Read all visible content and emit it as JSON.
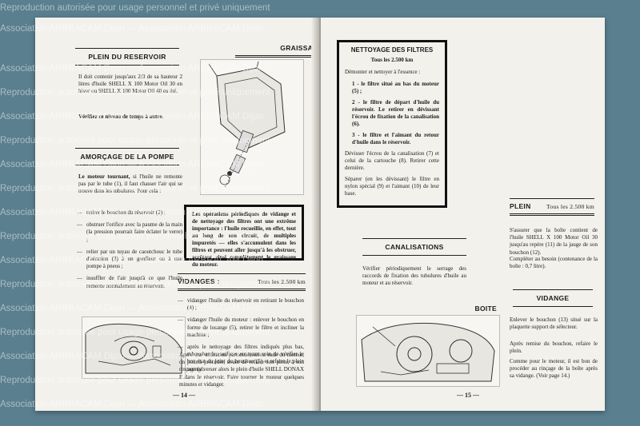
{
  "left_page": {
    "s1_title": "PLEIN DU RESERVOIR",
    "s1_body": "Il doit contenir jusqu'aux 2/3 de sa hauteur 2 litres d'huile SHELL X 100 Motor Oil 30 en hiver ou SHELL X 100 Motor Oil 40 en été.",
    "s1_note": "Vérifiez ce niveau de temps à autre.",
    "s2_title": "AMORÇAGE DE LA POMPE",
    "s2_intro_bold": "Le moteur tournant,",
    "s2_intro": "si l'huile ne remonte pas par le tube (1), il faut chasser l'air qui se trouve dans les tubulures. Pour cela :",
    "s2_steps": [
      "retirer le bouchon du réservoir (2) ;",
      "obstruer l'orifice avec la paume de la main (la pression pourrait faire éclater le verre) ;",
      "relier par un tuyau de caoutchouc le tube d'aération (3) à un gonfleur ou à une pompe à pneus ;",
      "insuffler de l'air jusqu'à ce que l'huile remonte normalement au réservoir."
    ],
    "s3_title": "GRAISSAGE",
    "s3_box": "Les opérations périodiques de vidange et de nettoyage des filtres ont une extrême importance : l'huile recueillie, en effet, tout au long de son circuit, de multiples impuretés — elles s'accumulent dans les filtres et peuvent aller jusqu'à les obstruer, arrêtant ainsi complètement le graissage du moteur.",
    "s4_title": "VIDANGES :",
    "s4_freq": "Tous les 2.500 km",
    "s4_items": [
      "vidanger l'huile du réservoir en retirant le bouchon (4) ;",
      "vidanger l'huile du moteur : enlever le bouchon en forme de losange (5), retirer le filtre et incliner la machine ;",
      "après le nettoyage des filtres indiqués plus bas, reboucher les orifices en ayant soin de vérifier le bon état du joint du bouchon (5) et refaire le plein normal."
    ],
    "s4_after": "Après une utilisation particulièrement rude du moteur, on pourra procéder, avant de refaire son plein, à son rinçage (y verser alors le plein d'huile SHELL DONAX F dans le réservoir. Faire tourner le moteur quelques minutes et vidanger.",
    "page_number": "— 14 —"
  },
  "right_page": {
    "filters_title": "NETTOYAGE DES FILTRES",
    "filters_freq": "Tous les 2.500 km",
    "filters_intro": "Démonter et nettoyer à l'essence :",
    "filters_items": [
      "1 - le filtre situé au bas du moteur (5) ;",
      "2 - le filtre de départ d'huile du réservoir. Le retirer en dévissant l'écrou de fixation de la canalisation (6).",
      "3 - le filtre et l'aimant du retour d'huile dans le réservoir."
    ],
    "filters_p1": "Dévisser l'écrou de la canalisation (7) et celui de la cartouche (8). Retirer cette dernière.",
    "filters_p2": "Séparer (en les dévissant) le filtre en nylon spécial (9) et l'aimant (10) de leur base.",
    "canal_title": "CANALISATIONS",
    "canal_body": "Vérifier périodiquement le serrage des raccords de fixation des tubulures d'huile au moteur et au réservoir.",
    "boite_title": "BOITE",
    "plein_title": "PLEIN",
    "plein_freq": "Tous les 2.500 km",
    "plein_body": "S'assurer que la boîte contient de l'huile SHELL X 100 Motor Oil 30 jusqu'au repère (11) de la jauge de son bouchon (12).",
    "plein_body2": "Compléter au besoin (contenance de la boîte : 0,7 litre).",
    "vidange_title": "VIDANGE",
    "vidange_body": "Enlever le bouchon (13) situé sur la plaquette support de sélecteur.",
    "vidange_body2": "Après remise du bouchon, refaire le plein.",
    "vidange_body3": "Comme pour le moteur, il est bon de procéder au rinçage de la boîte après sa vidange. (Voir page 14.)",
    "page_number": "— 15 —"
  },
  "watermark": {
    "line_a": "Reproduction autorisée pour usage personnel et privé uniquement",
    "line_b": "Association ARBRACAM Dijon — Association ARBRACAM Dijon"
  }
}
